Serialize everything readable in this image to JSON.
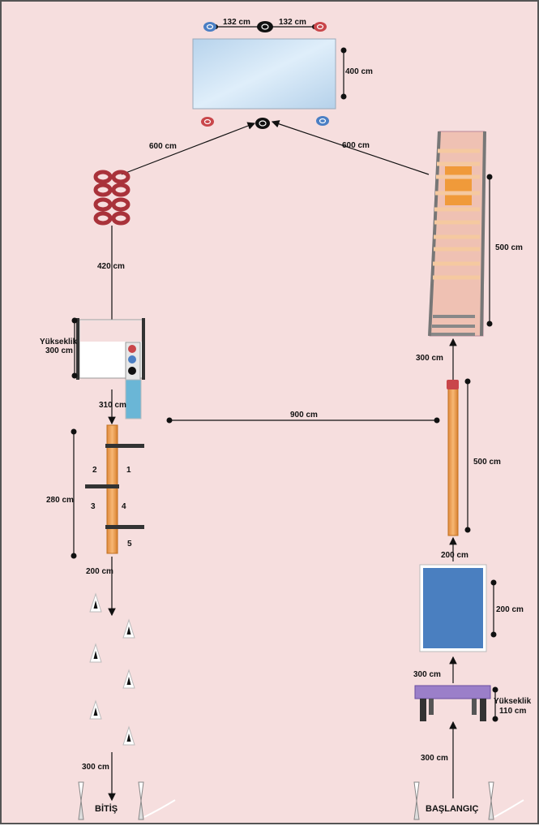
{
  "labels": {
    "top_left_distance": "132 cm",
    "top_right_distance": "132 cm",
    "mat_height": "400 cm",
    "left_diag": "600 cm",
    "right_diag": "600 cm",
    "tires_down": "420 cm",
    "ladder_len": "500 cm",
    "tunnel_height_1": "Yükseklik",
    "tunnel_height_2": "300 cm",
    "ladder_bottom": "300 cm",
    "tunnel_out": "310 cm",
    "middle_span": "900 cm",
    "beam_right": "500 cm",
    "steps_len": "280 cm",
    "step_1": "1",
    "step_2": "2",
    "step_3": "3",
    "step_4": "4",
    "step_5": "5",
    "after_steps": "200 cm",
    "blue_top": "200 cm",
    "blue_side": "200 cm",
    "bench_top": "300 cm",
    "bench_height_1": "Yükseklik",
    "bench_height_2": "110 cm",
    "cones_bottom": "300 cm",
    "start_up": "300 cm",
    "finish": "BİTİŞ",
    "start": "BAŞLANGIÇ"
  },
  "colors": {
    "background": "#f6dede",
    "mat": "#c9e2f3",
    "blue_mat": "#4a7fc0",
    "beam": "#f2a65a",
    "bench": "#9b7fc9",
    "tire": "#a9323a"
  }
}
